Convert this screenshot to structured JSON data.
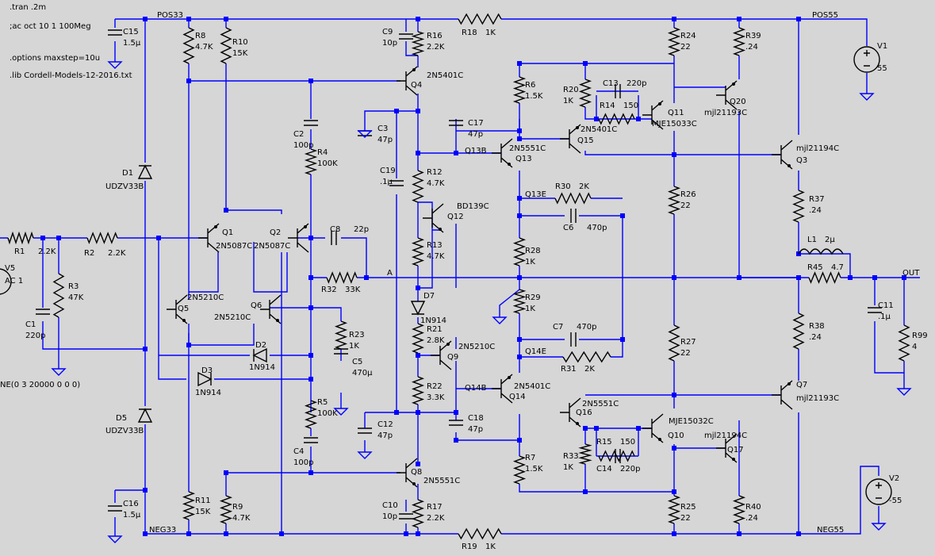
{
  "directives": [
    ".tran .2m",
    ";ac oct 10 1 100Meg",
    ".options maxstep=10u",
    ".lib Cordell-Models-12-2016.txt"
  ],
  "source_text": "NE(0 3 20000 0 0 0)",
  "nets": {
    "pos33": "POS33",
    "neg33": "NEG33",
    "pos55": "POS55",
    "neg55": "NEG55",
    "out": "OUT",
    "a": "A",
    "q13b": "Q13B",
    "q13e": "Q13E",
    "q14e": "Q14E",
    "q14b": "Q14B"
  },
  "resistors": [
    {
      "id": "R1",
      "value": "2.2K"
    },
    {
      "id": "R2",
      "value": "2.2K"
    },
    {
      "id": "R3",
      "value": "47K"
    },
    {
      "id": "R4",
      "value": "100K"
    },
    {
      "id": "R5",
      "value": "100K"
    },
    {
      "id": "R6",
      "value": "1.5K"
    },
    {
      "id": "R7",
      "value": "1.5K"
    },
    {
      "id": "R8",
      "value": "4.7K"
    },
    {
      "id": "R9",
      "value": "4.7K"
    },
    {
      "id": "R10",
      "value": "15K"
    },
    {
      "id": "R11",
      "value": "15K"
    },
    {
      "id": "R12",
      "value": "4.7K"
    },
    {
      "id": "R13",
      "value": "4.7K"
    },
    {
      "id": "R14",
      "value": "150"
    },
    {
      "id": "R15",
      "value": "150"
    },
    {
      "id": "R16",
      "value": "2.2K"
    },
    {
      "id": "R17",
      "value": "2.2K"
    },
    {
      "id": "R18",
      "value": "1K"
    },
    {
      "id": "R19",
      "value": "1K"
    },
    {
      "id": "R20",
      "value": "1K"
    },
    {
      "id": "R21",
      "value": "2.8K"
    },
    {
      "id": "R22",
      "value": "3.3K"
    },
    {
      "id": "R23",
      "value": "1K"
    },
    {
      "id": "R24",
      "value": "22"
    },
    {
      "id": "R25",
      "value": "22"
    },
    {
      "id": "R26",
      "value": "22"
    },
    {
      "id": "R27",
      "value": "22"
    },
    {
      "id": "R28",
      "value": "1K"
    },
    {
      "id": "R29",
      "value": "1K"
    },
    {
      "id": "R30",
      "value": "2K"
    },
    {
      "id": "R31",
      "value": "2K"
    },
    {
      "id": "R32",
      "value": "33K"
    },
    {
      "id": "R33",
      "value": "1K"
    },
    {
      "id": "R37",
      "value": ".24"
    },
    {
      "id": "R38",
      "value": ".24"
    },
    {
      "id": "R39",
      "value": ".24"
    },
    {
      "id": "R40",
      "value": ".24"
    },
    {
      "id": "R45",
      "value": "4.7"
    },
    {
      "id": "R99",
      "value": "4"
    }
  ],
  "capacitors": [
    {
      "id": "C1",
      "value": "220p"
    },
    {
      "id": "C2",
      "value": "100p"
    },
    {
      "id": "C3",
      "value": "47p"
    },
    {
      "id": "C4",
      "value": "100p"
    },
    {
      "id": "C5",
      "value": "470μ"
    },
    {
      "id": "C6",
      "value": "470p"
    },
    {
      "id": "C7",
      "value": "470p"
    },
    {
      "id": "C8",
      "value": "22p"
    },
    {
      "id": "C9",
      "value": "10p"
    },
    {
      "id": "C10",
      "value": "10p"
    },
    {
      "id": "C11",
      "value": ".1μ"
    },
    {
      "id": "C12",
      "value": "47p"
    },
    {
      "id": "C13",
      "value": "220p"
    },
    {
      "id": "C14",
      "value": "220p"
    },
    {
      "id": "C15",
      "value": "1.5μ"
    },
    {
      "id": "C16",
      "value": "1.5μ"
    },
    {
      "id": "C17",
      "value": "47p"
    },
    {
      "id": "C18",
      "value": "47p"
    },
    {
      "id": "C19",
      "value": ".1μ"
    }
  ],
  "transistors": [
    {
      "id": "Q1",
      "model": "2N5087C"
    },
    {
      "id": "Q2",
      "model": "2N5087C"
    },
    {
      "id": "Q3",
      "model": "mjl21194C"
    },
    {
      "id": "Q4",
      "model": "2N5401C"
    },
    {
      "id": "Q5",
      "model": "2N5210C"
    },
    {
      "id": "Q6",
      "model": "2N5210C"
    },
    {
      "id": "Q7",
      "model": "mjl21193C"
    },
    {
      "id": "Q8",
      "model": "2N5551C"
    },
    {
      "id": "Q9",
      "model": "2N5210C"
    },
    {
      "id": "Q10",
      "model": "MJE15032C"
    },
    {
      "id": "Q11",
      "model": "MJE15033C"
    },
    {
      "id": "Q12",
      "model": "BD139C"
    },
    {
      "id": "Q13",
      "model": "2N5551C"
    },
    {
      "id": "Q14",
      "model": "2N5401C"
    },
    {
      "id": "Q15",
      "model": "2N5401C"
    },
    {
      "id": "Q16",
      "model": "2N5551C"
    },
    {
      "id": "Q17",
      "model": "mjl21194C"
    },
    {
      "id": "Q20",
      "model": "mjl21193C"
    }
  ],
  "diodes": [
    {
      "id": "D1",
      "model": "UDZV33B"
    },
    {
      "id": "D2",
      "model": "1N914"
    },
    {
      "id": "D3",
      "model": "1N914"
    },
    {
      "id": "D5",
      "model": "UDZV33B"
    },
    {
      "id": "D7",
      "model": "1N914"
    }
  ],
  "inductors": [
    {
      "id": "L1",
      "value": "2μ"
    }
  ],
  "sources": [
    {
      "id": "V1",
      "value": "55"
    },
    {
      "id": "V2",
      "value": "-55"
    },
    {
      "id": "V5",
      "value": "AC 1"
    }
  ]
}
